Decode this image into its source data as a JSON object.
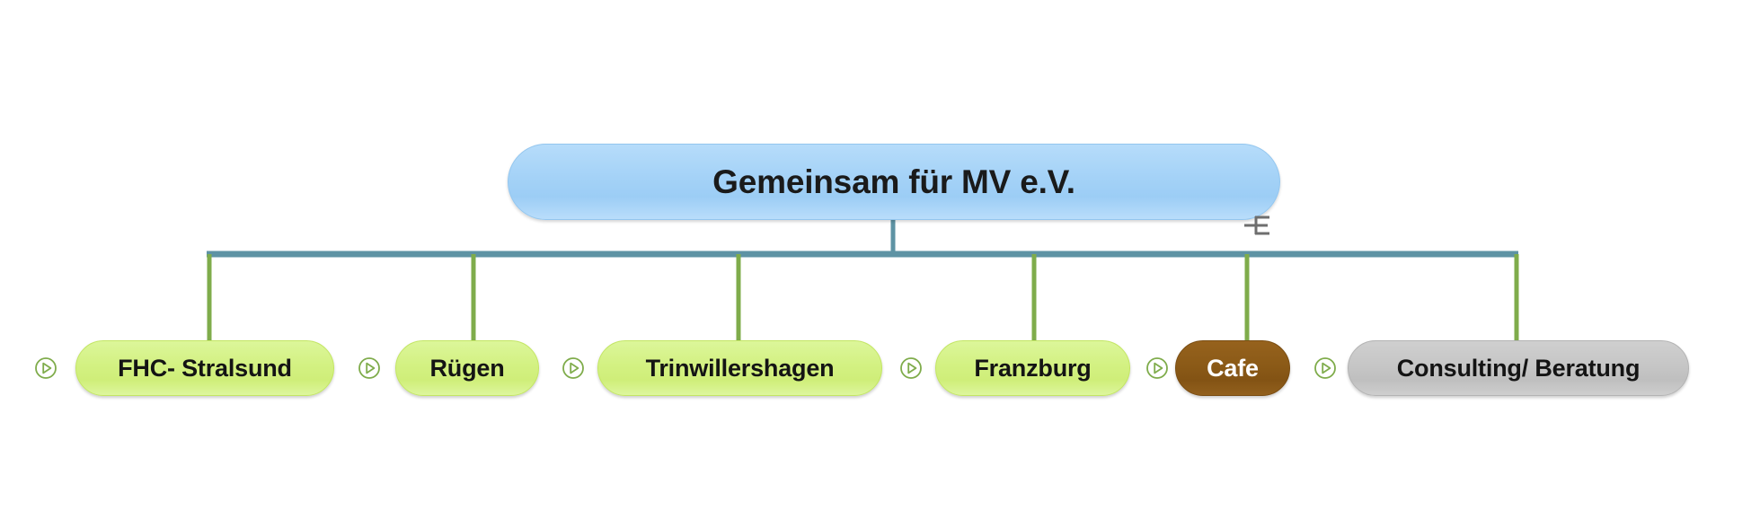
{
  "diagram": {
    "type": "mind-map",
    "title": "Gemeinsam für MV e.V.",
    "background_color": "#ffffff",
    "root": {
      "label": "Gemeinsam für MV e.V.",
      "fill_color": "#A8D4F5",
      "text_color": "#1a1a1a"
    },
    "connector": {
      "bus_color": "#5e93a4",
      "branch_color": "#7fac4b",
      "stem_color": "#5e93a4"
    },
    "root_collapse_icon": {
      "name": "collapse-fork-icon",
      "color": "#6e6e6e"
    },
    "children": [
      {
        "label": "FHC- Stralsund",
        "fill_color": "#D3F182",
        "text_color": "#141414",
        "expander_icon": "play-circle-icon"
      },
      {
        "label": "Rügen",
        "fill_color": "#D3F182",
        "text_color": "#141414",
        "expander_icon": "play-circle-icon"
      },
      {
        "label": "Trinwillershagen",
        "fill_color": "#D3F182",
        "text_color": "#141414",
        "expander_icon": "play-circle-icon"
      },
      {
        "label": "Franzburg",
        "fill_color": "#D3F182",
        "text_color": "#141414",
        "expander_icon": "play-circle-icon"
      },
      {
        "label": "Cafe",
        "fill_color": "#8B5A17",
        "text_color": "#ffffff",
        "expander_icon": "play-circle-icon"
      },
      {
        "label": "Consulting/ Beratung",
        "fill_color": "#C6C6C6",
        "text_color": "#141414",
        "expander_icon": "play-circle-icon"
      }
    ]
  }
}
